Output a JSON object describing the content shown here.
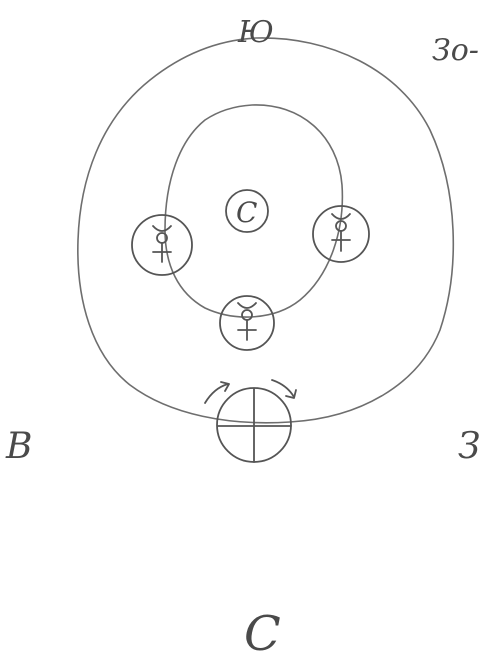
{
  "directions": {
    "south": "Ю",
    "north": "С",
    "east": "В",
    "west": "З",
    "southwest": "Зо-"
  },
  "sun_label": "С"
}
